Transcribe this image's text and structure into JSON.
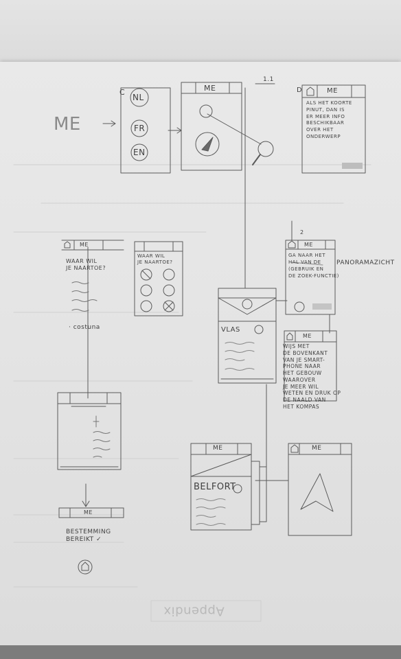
{
  "sketch_labels": {
    "me_title": "ME",
    "step_c": "C",
    "lang_nl": "NL",
    "lang_fr": "FR",
    "lang_en": "EN",
    "compass_bar_title": "ME",
    "note_11": "1.1",
    "step_d": "D",
    "info_bar_title": "ME",
    "info_text": "ALS HET KOORTE\nPINUT, DAN IS\nER MEER INFO\nBESCHIKBAAR\nOVER HET\nONDERWERP",
    "q_bar_title": "ME",
    "q_text": "WAAR WIL\nJE NAARTOE?",
    "q_item": "· costuna",
    "q2_bar_title": "WAAR WIL\nJE NAARTOE?",
    "note_2": "2",
    "pano_bar_title": "ME",
    "pano_text": "GA NAAR HET\nHAL VAN DE\n(GEBRUIK EN\nDE ZOEK-FUNCTIE)",
    "pano_label": "PANORAMAZICHT",
    "flag_name": "VLAS",
    "hint_bar_title": "ME",
    "hint_text": "WIJS MET\nDE BOVENKANT\nVAN JE SMART-\nPHONE NAAR\nHET GEBOUW\nWAAROVER\nJE MEER WIL\nWETEN EN DRUK OP\nDE NAALD VAN\nHET KOMPAS",
    "belfort_bar_title": "ME",
    "belfort_title": "BELFORT",
    "arrow_bar_title": "ME",
    "dest_bar_title": "ME",
    "dest_text": "BESTEMMING\nBEREIKT ✓",
    "footer_mirror": "Appendix"
  },
  "colors": {
    "pencil": "#555555",
    "paper": "#e6e6e6",
    "background": "#8e8e8e"
  }
}
